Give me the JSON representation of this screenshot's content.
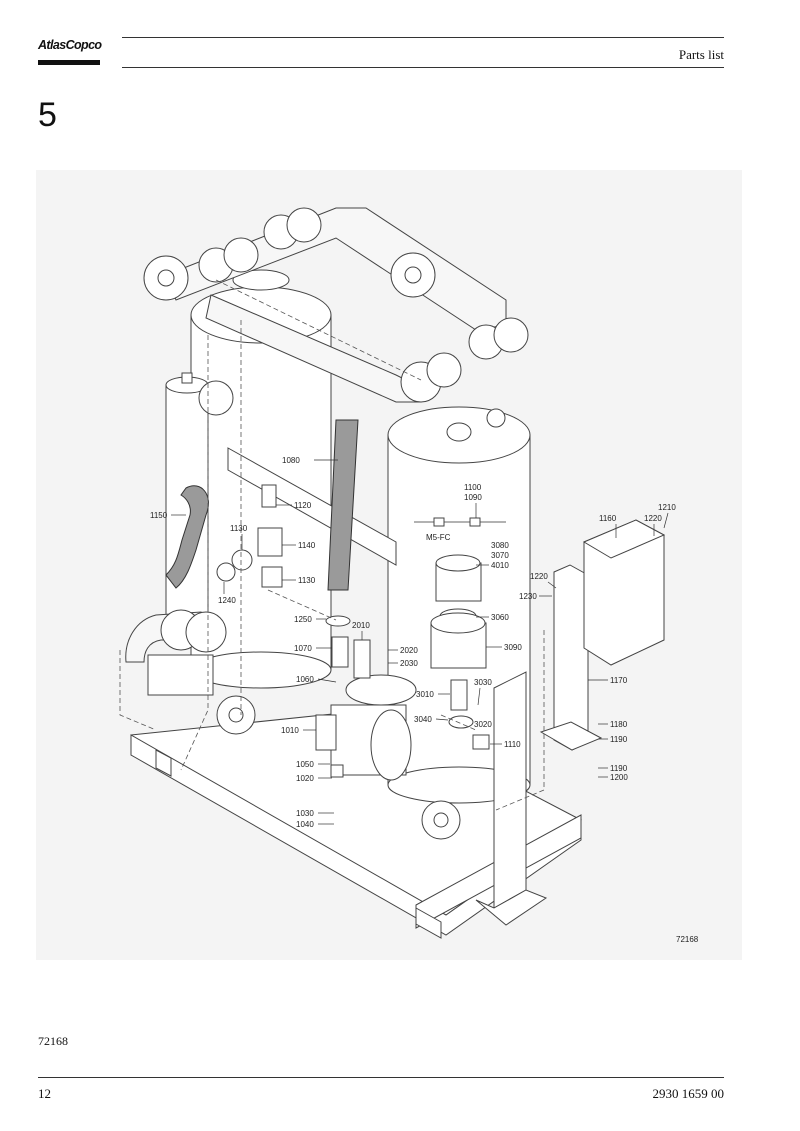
{
  "header": {
    "logo_text": "AtlasCopco",
    "title": "Parts list"
  },
  "section": {
    "number": "5"
  },
  "figure": {
    "id_label": "72168",
    "part_labels": {
      "p1080": "1080",
      "p1100": "1100",
      "p1090": "1090",
      "m5fc": "M5-FC",
      "p1210": "1210",
      "p1160": "1160",
      "p1220a": "1220",
      "p1150": "1150",
      "p1120": "1120",
      "p1130a": "1130",
      "p1140": "1140",
      "p3080": "3080",
      "p3070": "3070",
      "p4010": "4010",
      "p1130b": "1130",
      "p1240": "1240",
      "p1220b": "1220",
      "p1230": "1230",
      "p1250": "1250",
      "p2010": "2010",
      "p3060": "3060",
      "p1070": "1070",
      "p2020": "2020",
      "p2030": "2030",
      "p3090": "3090",
      "p1170": "1170",
      "p1060": "1060",
      "p3030": "3030",
      "p3010": "3010",
      "p1180": "1180",
      "p1010": "1010",
      "p3040": "3040",
      "p3020": "3020",
      "p1190a": "1190",
      "p1110": "1110",
      "p1050": "1050",
      "p1190b": "1190",
      "p1020": "1020",
      "p1200": "1200",
      "p1030": "1030",
      "p1040": "1040"
    }
  },
  "caption": "72168",
  "footer": {
    "page_number": "12",
    "doc_number": "2930 1659 00"
  }
}
